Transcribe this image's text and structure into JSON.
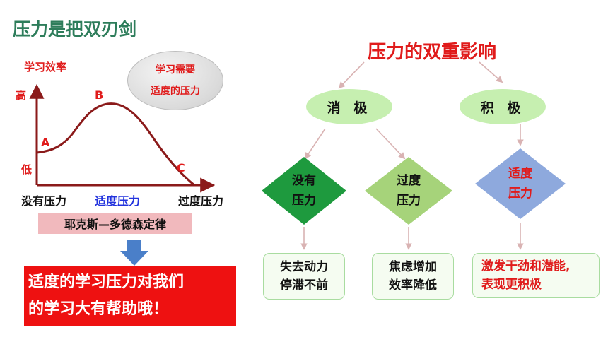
{
  "title": "压力是把双刃剑",
  "curve": {
    "ylabel": "学习效率",
    "y_high": "高",
    "y_low": "低",
    "point_a": "A",
    "point_b": "B",
    "point_c": "C",
    "x_left": "没有压力",
    "x_mid": "适度压力",
    "x_right": "过度压力"
  },
  "bubble": {
    "line1": "学习需要",
    "line2": "适度的压力"
  },
  "law_label": "耶克斯—多德森定律",
  "conclusion": {
    "line1": "适度的学习压力对我们",
    "line2": "的学习大有帮助哦！"
  },
  "flow": {
    "title": "压力的双重影响",
    "negative": "消 极",
    "positive": "积 极",
    "no_pressure": {
      "line1": "没有",
      "line2": "压力"
    },
    "over_pressure": {
      "line1": "过度",
      "line2": "压力"
    },
    "moderate_pressure": {
      "line1": "适度",
      "line2": "压力"
    },
    "result_no": {
      "line1": "失去动力",
      "line2": "停滞不前"
    },
    "result_over": {
      "line1": "焦虑增加",
      "line2": "效率降低"
    },
    "result_moderate": {
      "line1": "激发干劲和潜能,",
      "line2": "表现更积极"
    }
  },
  "colors": {
    "title_green": "#2e7d5b",
    "accent_red": "#e01b1b",
    "curve": "#8b1a1a",
    "mid_blue": "#2233dd",
    "ellipse_green": "#c6efb0",
    "diamond_dark_green": "#1e9a3e",
    "diamond_light_green": "#a6d37a",
    "diamond_blue": "#8ea9dd"
  }
}
